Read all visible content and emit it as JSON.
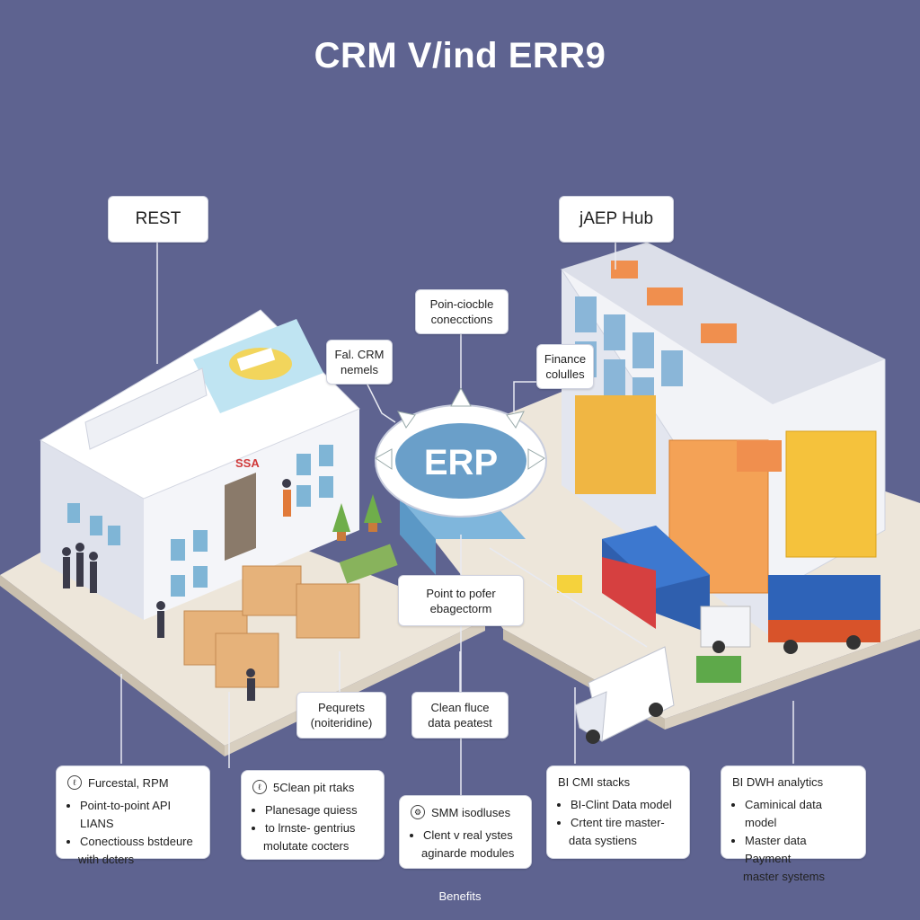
{
  "title": "CRM V/ind ERR9",
  "center": {
    "label": "ERP"
  },
  "callouts": {
    "rest": "REST",
    "hub": "jAEP Hub",
    "point_double": [
      "Poin-ciocble",
      "conecctions"
    ],
    "crm_panels": [
      "Fal. CRM",
      "nemels"
    ],
    "finance": [
      "Finance",
      "colulles"
    ],
    "point_to_poter": [
      "Point to pofer",
      "ebagectorm"
    ],
    "requests": [
      "Pequrets",
      "(noiteridine)"
    ],
    "clean_flow": [
      "Clean fluce",
      "data peatest"
    ]
  },
  "cards": [
    {
      "head": "Furcestal, RPM",
      "icon": "ℓ",
      "items": [
        "Point-to-point API LIANS",
        "Conectiouss bstdeure",
        "with dcters"
      ]
    },
    {
      "head": "5Clean pit rtaks",
      "icon": "ℓ",
      "items": [
        "Planesage quiess",
        "to lrnste- gentrius",
        "molutate cocters"
      ]
    },
    {
      "head": "SMM isodluses",
      "icon": "⚙",
      "items": [
        "Clent v real ystes",
        "aginarde modules"
      ]
    },
    {
      "head": "BI CMI stacks",
      "icon": "",
      "items": [
        "BI-Clint Data model",
        "Crtent tire master-",
        "data systiens"
      ]
    },
    {
      "head": "BI DWH analytics",
      "icon": "",
      "items": [
        "Caminical data model",
        "Master data Payment",
        "master systems"
      ]
    }
  ],
  "building_sign": "SSA",
  "footer": "Benefits",
  "colors": {
    "background": "#5e6390",
    "erp_ring": "#6a9fc9",
    "floor": "#ede6da"
  }
}
